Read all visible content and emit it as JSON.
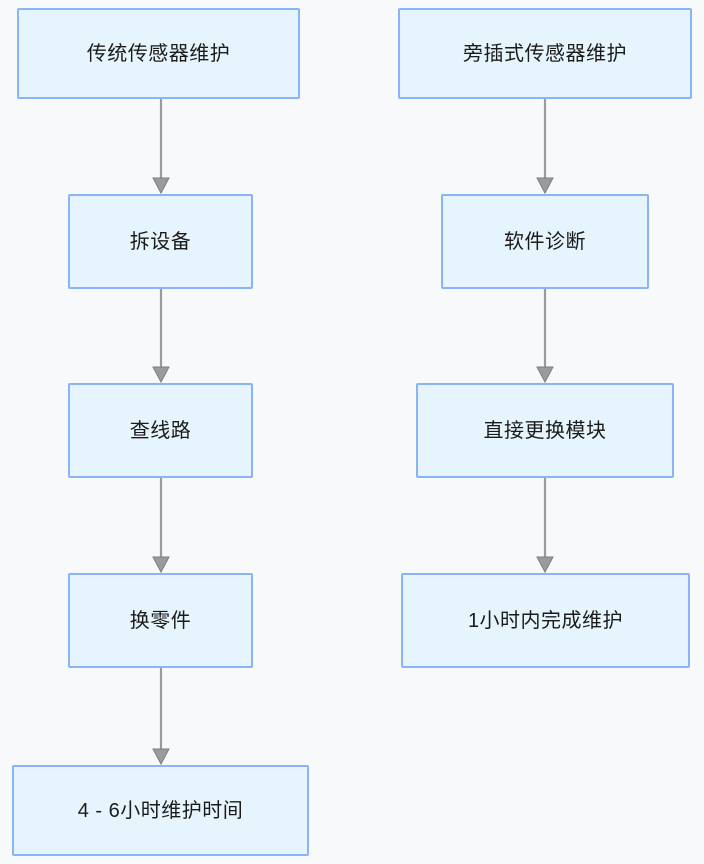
{
  "diagram": {
    "type": "flowchart",
    "background_color": "#f8f9fb",
    "node_fill_color": "#e6f4fd",
    "node_border_color": "#8ab4f8",
    "edge_color": "#9b9b9b",
    "columns": [
      {
        "name": "traditional-sensor-maintenance",
        "nodes": [
          {
            "id": "L1",
            "label": "传统传感器维护"
          },
          {
            "id": "L2",
            "label": "拆设备"
          },
          {
            "id": "L3",
            "label": "查线路"
          },
          {
            "id": "L4",
            "label": "换零件"
          },
          {
            "id": "L5",
            "label": "4 - 6小时维护时间"
          }
        ]
      },
      {
        "name": "plug-in-sensor-maintenance",
        "nodes": [
          {
            "id": "R1",
            "label": "旁插式传感器维护"
          },
          {
            "id": "R2",
            "label": "软件诊断"
          },
          {
            "id": "R3",
            "label": "直接更换模块"
          },
          {
            "id": "R4",
            "label": "1小时内完成维护"
          }
        ]
      }
    ],
    "edges": [
      {
        "from": "L1",
        "to": "L2"
      },
      {
        "from": "L2",
        "to": "L3"
      },
      {
        "from": "L3",
        "to": "L4"
      },
      {
        "from": "L4",
        "to": "L5"
      },
      {
        "from": "R1",
        "to": "R2"
      },
      {
        "from": "R2",
        "to": "R3"
      },
      {
        "from": "R3",
        "to": "R4"
      }
    ]
  }
}
